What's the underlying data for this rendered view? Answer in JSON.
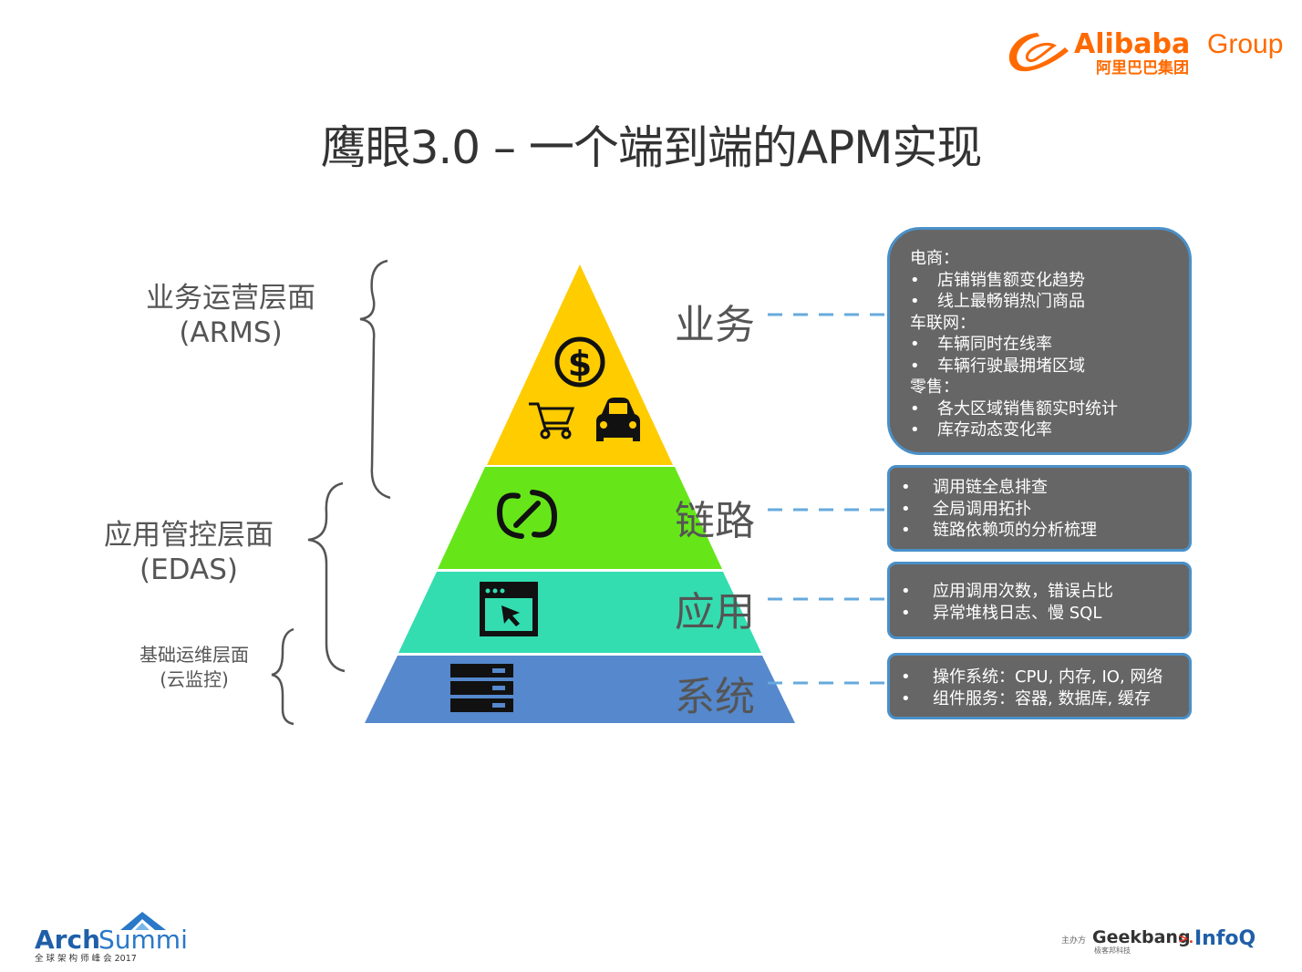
{
  "logo": {
    "brand": "Alibaba",
    "group": "Group",
    "chinese": "阿里巴巴集团",
    "color": "#ff6a00"
  },
  "title": "鹰眼3.0 – 一个端到端的APM实现",
  "left_labels": {
    "arms": [
      "业务运营层面",
      "(ARMS)"
    ],
    "edas": [
      "应用管控层面",
      "(EDAS)"
    ],
    "cloud": [
      "基础运维层面",
      "(云监控)"
    ]
  },
  "pyramid": {
    "layers": [
      {
        "label": "业务",
        "color": "#ffcc00",
        "icons": [
          "dollar-icon",
          "cart-icon",
          "car-icon"
        ]
      },
      {
        "label": "链路",
        "color": "#66e619",
        "icons": [
          "link-icon"
        ]
      },
      {
        "label": "应用",
        "color": "#33ddb0",
        "icons": [
          "browser-window-icon"
        ]
      },
      {
        "label": "系统",
        "color": "#5588cc",
        "icons": [
          "server-icon"
        ]
      }
    ],
    "connector_color": "#66aadd"
  },
  "boxes": {
    "business": {
      "groups": [
        {
          "heading": "电商：",
          "items": [
            "店铺销售额变化趋势",
            "线上最畅销热门商品"
          ]
        },
        {
          "heading": "车联网：",
          "items": [
            "车辆同时在线率",
            "车辆行驶最拥堵区域"
          ]
        },
        {
          "heading": "零售：",
          "items": [
            "各大区域销售额实时统计",
            "库存动态变化率"
          ]
        }
      ]
    },
    "trace": {
      "items": [
        "调用链全息排查",
        "全局调用拓扑",
        "链路依赖项的分析梳理"
      ]
    },
    "app": {
      "items": [
        "应用调用次数，错误占比",
        "异常堆栈日志、慢 SQL"
      ]
    },
    "system": {
      "items": [
        "操作系统：CPU, 内存, IO, 网络",
        "组件服务：容器, 数据库, 缓存"
      ]
    },
    "bullet": "•"
  },
  "footer": {
    "arch": "Arch",
    "summit": "Summit",
    "arch_sub": "全 球 架 构 师 峰 会  2017",
    "host_label": "主办方",
    "geekbang": "Geekbang",
    "geekbang_arrow": ">.",
    "geekbang_sub": "极客邦科技",
    "infoq": "InfoQ"
  }
}
